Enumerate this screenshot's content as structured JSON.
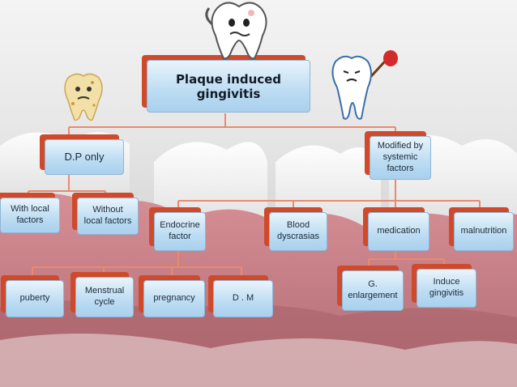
{
  "diagram": {
    "root": {
      "label": "Plaque induced\ngingivitis"
    },
    "dp_only": {
      "label": "D.P only"
    },
    "modified": {
      "label": "Modified by\nsystemic\nfactors"
    },
    "local": {
      "label": "With local\nfactors"
    },
    "without_local": {
      "label": "Without\nlocal factors"
    },
    "endocrine": {
      "label": "Endocrine\nfactor"
    },
    "blood": {
      "label": "Blood\ndyscrasias"
    },
    "medication": {
      "label": "medication"
    },
    "malnutrition": {
      "label": "malnutrition"
    },
    "puberty": {
      "label": "puberty"
    },
    "menstrual": {
      "label": "Menstrual\ncycle"
    },
    "pregnancy": {
      "label": "pregnancy"
    },
    "dm": {
      "label": "D . M"
    },
    "g_enlargement": {
      "label": "G.\nenlargement"
    },
    "induce": {
      "label": "Induce\ngingivitis"
    }
  },
  "colors": {
    "box_fill": "#bcdcf2",
    "box_shadow": "#cf4a2a",
    "connector": "#e98a6e",
    "gum": "#c9747d"
  },
  "icons": {
    "sad_tooth": "worried-tooth-icon",
    "decayed_tooth": "decayed-tooth-icon",
    "leaving_tooth": "tooth-with-bindle-icon"
  }
}
